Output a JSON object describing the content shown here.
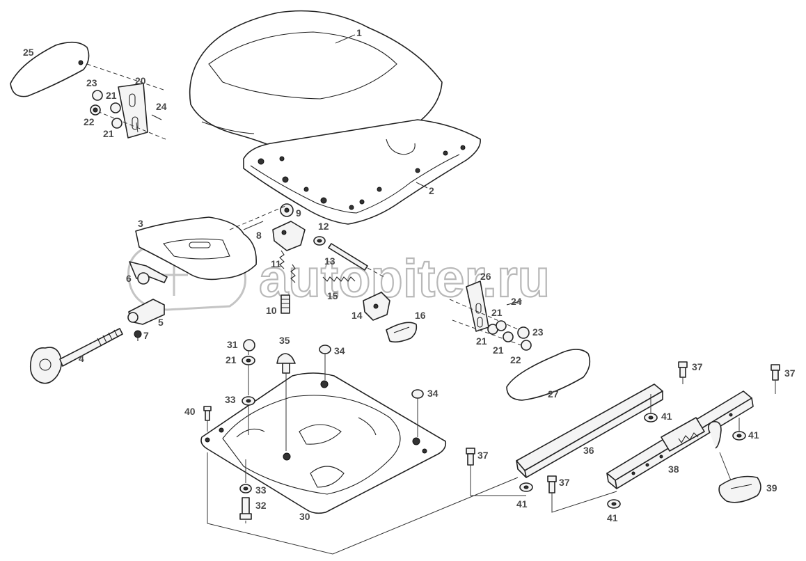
{
  "watermark": {
    "text": "autopiter.ru"
  },
  "callouts": [
    {
      "id": "1",
      "label": "1"
    },
    {
      "id": "2",
      "label": "2"
    },
    {
      "id": "3",
      "label": "3"
    },
    {
      "id": "4",
      "label": "4"
    },
    {
      "id": "5",
      "label": "5"
    },
    {
      "id": "6",
      "label": "6"
    },
    {
      "id": "7",
      "label": "7"
    },
    {
      "id": "8",
      "label": "8"
    },
    {
      "id": "9",
      "label": "9"
    },
    {
      "id": "10",
      "label": "10"
    },
    {
      "id": "11",
      "label": "11"
    },
    {
      "id": "12",
      "label": "12"
    },
    {
      "id": "13",
      "label": "13"
    },
    {
      "id": "14",
      "label": "14"
    },
    {
      "id": "15",
      "label": "15"
    },
    {
      "id": "16",
      "label": "16"
    },
    {
      "id": "20",
      "label": "20"
    },
    {
      "id": "21a",
      "label": "21"
    },
    {
      "id": "21b",
      "label": "21"
    },
    {
      "id": "21c",
      "label": "21"
    },
    {
      "id": "21d",
      "label": "21"
    },
    {
      "id": "21e",
      "label": "21"
    },
    {
      "id": "21f",
      "label": "21"
    },
    {
      "id": "22a",
      "label": "22"
    },
    {
      "id": "22b",
      "label": "22"
    },
    {
      "id": "23a",
      "label": "23"
    },
    {
      "id": "23b",
      "label": "23"
    },
    {
      "id": "24a",
      "label": "24"
    },
    {
      "id": "24b",
      "label": "24"
    },
    {
      "id": "25",
      "label": "25"
    },
    {
      "id": "26",
      "label": "26"
    },
    {
      "id": "27",
      "label": "27"
    },
    {
      "id": "30",
      "label": "30"
    },
    {
      "id": "31",
      "label": "31"
    },
    {
      "id": "32",
      "label": "32"
    },
    {
      "id": "33a",
      "label": "33"
    },
    {
      "id": "33b",
      "label": "33"
    },
    {
      "id": "34a",
      "label": "34"
    },
    {
      "id": "34b",
      "label": "34"
    },
    {
      "id": "35",
      "label": "35"
    },
    {
      "id": "36",
      "label": "36"
    },
    {
      "id": "37a",
      "label": "37"
    },
    {
      "id": "37b",
      "label": "37"
    },
    {
      "id": "37c",
      "label": "37"
    },
    {
      "id": "37d",
      "label": "37"
    },
    {
      "id": "38",
      "label": "38"
    },
    {
      "id": "39",
      "label": "39"
    },
    {
      "id": "40",
      "label": "40"
    },
    {
      "id": "41a",
      "label": "41"
    },
    {
      "id": "41b",
      "label": "41"
    },
    {
      "id": "41c",
      "label": "41"
    },
    {
      "id": "41d",
      "label": "41"
    }
  ]
}
